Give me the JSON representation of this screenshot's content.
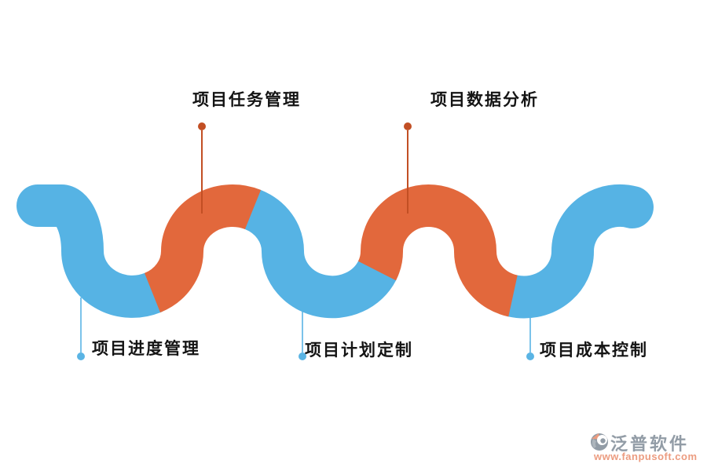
{
  "diagram": {
    "type": "wave-process-infographic",
    "nodes": {
      "task": {
        "label": "项目任务管理",
        "position": "top",
        "dot_color": "#C24F24"
      },
      "data": {
        "label": "项目数据分析",
        "position": "top",
        "dot_color": "#C24F24"
      },
      "progress": {
        "label": "项目进度管理",
        "position": "bottom",
        "dot_color": "#56B3E4"
      },
      "plan": {
        "label": "项目计划定制",
        "position": "bottom",
        "dot_color": "#56B3E4"
      },
      "cost": {
        "label": "项目成本控制",
        "position": "bottom",
        "dot_color": "#56B3E4"
      }
    }
  },
  "colors": {
    "snake_blue": "#56B3E4",
    "snake_orange": "#E2683C",
    "connector_red": "#C24F24",
    "connector_blue": "#5AB4E4",
    "label_text": "#141414",
    "logo_gray": "#929CA6",
    "logo_salmon": "#EC9C80"
  },
  "watermark": {
    "brand": "泛普软件",
    "url": "www.fanpusoft.com"
  }
}
